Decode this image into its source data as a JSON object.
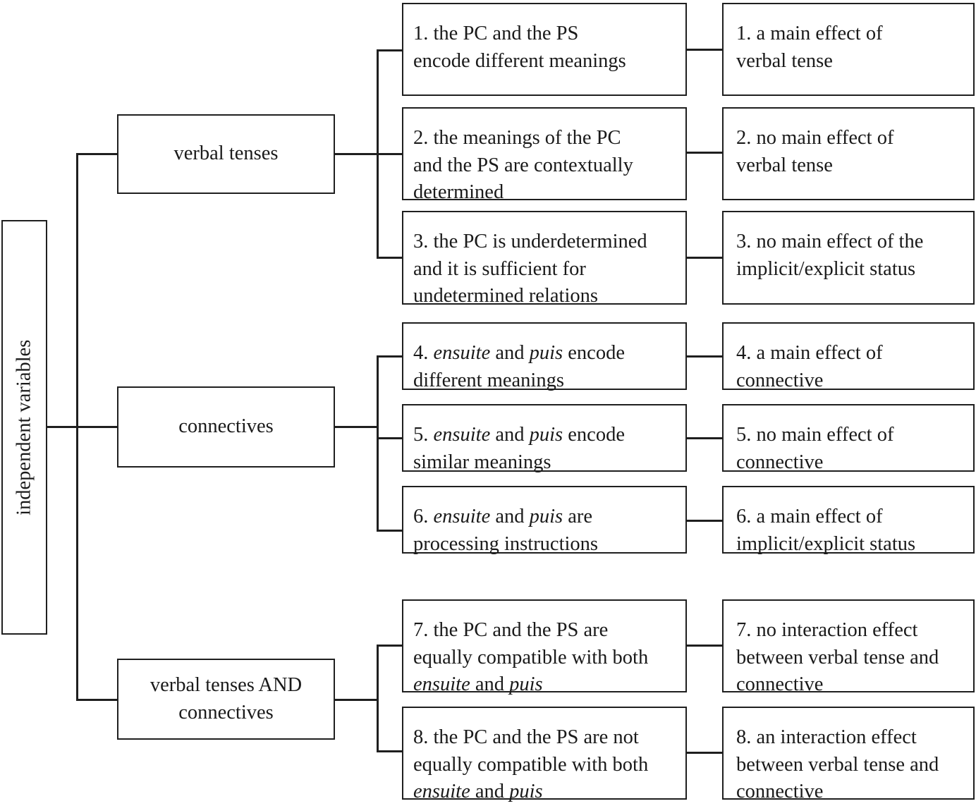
{
  "root": {
    "label": "independent variables"
  },
  "categories": [
    {
      "label_lines": [
        "verbal tenses"
      ]
    },
    {
      "label_lines": [
        "connectives"
      ]
    },
    {
      "label_lines": [
        "verbal tenses AND",
        "connectives"
      ]
    }
  ],
  "hypotheses": [
    {
      "lines": [
        [
          {
            "t": "1. the PC and the PS"
          }
        ],
        [
          {
            "t": "encode different meanings"
          }
        ]
      ]
    },
    {
      "lines": [
        [
          {
            "t": "2. the meanings of the PC"
          }
        ],
        [
          {
            "t": "and the PS are contextually"
          }
        ],
        [
          {
            "t": "determined"
          }
        ]
      ]
    },
    {
      "lines": [
        [
          {
            "t": "3. the PC is underdetermined"
          }
        ],
        [
          {
            "t": "and it is sufficient for"
          }
        ],
        [
          {
            "t": "undetermined relations"
          }
        ]
      ]
    },
    {
      "lines": [
        [
          {
            "t": "4. "
          },
          {
            "t": "ensuite",
            "i": true
          },
          {
            "t": " and "
          },
          {
            "t": "puis",
            "i": true
          },
          {
            "t": " encode"
          }
        ],
        [
          {
            "t": "different meanings"
          }
        ]
      ]
    },
    {
      "lines": [
        [
          {
            "t": "5. "
          },
          {
            "t": "ensuite",
            "i": true
          },
          {
            "t": " and "
          },
          {
            "t": "puis",
            "i": true
          },
          {
            "t": " encode"
          }
        ],
        [
          {
            "t": "similar meanings"
          }
        ]
      ]
    },
    {
      "lines": [
        [
          {
            "t": "6. "
          },
          {
            "t": "ensuite",
            "i": true
          },
          {
            "t": " and "
          },
          {
            "t": "puis",
            "i": true
          },
          {
            "t": " are"
          }
        ],
        [
          {
            "t": "processing instructions"
          }
        ]
      ]
    },
    {
      "lines": [
        [
          {
            "t": "7. the PC and the PS are"
          }
        ],
        [
          {
            "t": "equally compatible with both"
          }
        ],
        [
          {
            "t": "ensuite",
            "i": true
          },
          {
            "t": " and "
          },
          {
            "t": "puis",
            "i": true
          }
        ]
      ]
    },
    {
      "lines": [
        [
          {
            "t": "8. the PC and the PS are not"
          }
        ],
        [
          {
            "t": "equally compatible with both"
          }
        ],
        [
          {
            "t": "ensuite",
            "i": true
          },
          {
            "t": " and "
          },
          {
            "t": "puis",
            "i": true
          }
        ]
      ]
    }
  ],
  "predictions": [
    {
      "lines": [
        "1. a main effect of",
        "verbal tense"
      ]
    },
    {
      "lines": [
        "2. no main effect of",
        "verbal tense"
      ]
    },
    {
      "lines": [
        "3. no main effect of the",
        "implicit/explicit status"
      ]
    },
    {
      "lines": [
        "4. a main effect of",
        "connective"
      ]
    },
    {
      "lines": [
        "5. no main effect of",
        "connective"
      ]
    },
    {
      "lines": [
        "6. a main effect of",
        "implicit/explicit status"
      ]
    },
    {
      "lines": [
        "7. no interaction effect",
        "between verbal tense and",
        "connective"
      ]
    },
    {
      "lines": [
        "8. an interaction effect",
        "between verbal tense and",
        "connective"
      ]
    }
  ]
}
